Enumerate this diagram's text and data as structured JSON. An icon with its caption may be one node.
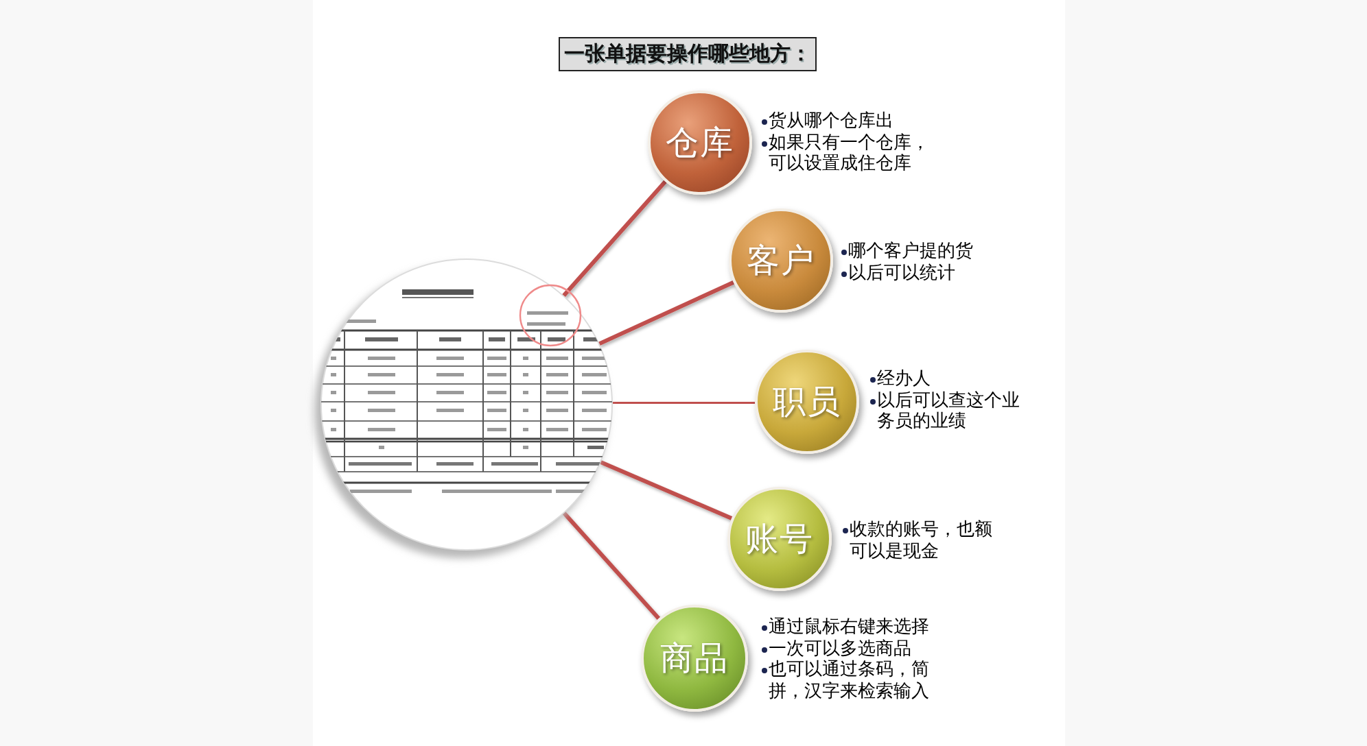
{
  "diagram": {
    "title": "一张单据要操作哪些地方：",
    "nodes": [
      {
        "text": [],
        "shape": "picture"
      },
      {
        "text": [
          "仓库"
        ],
        "beside": [
          "货从哪个仓库出",
          "如果只有一个仓库，可以设置成住仓库"
        ]
      },
      {
        "text": [
          "客户"
        ],
        "beside": [
          "哪个客户提的货",
          "以后可以统计"
        ]
      },
      {
        "text": [
          "职员"
        ],
        "beside": [
          "经办人",
          "以后可以查这个业务员的业绩"
        ]
      },
      {
        "text": [
          "账号"
        ],
        "beside": [
          "收款的账号，也额可以是现金"
        ]
      },
      {
        "text": [
          "商品"
        ],
        "beside": [
          "通过鼠标右键来选择",
          "一次可以多选商品",
          "也可以通过条码，简拼，汉字来检索输入"
        ]
      }
    ],
    "edges": [
      {
        "from": 0,
        "to": 1,
        "arrow": "none"
      },
      {
        "from": 0,
        "to": 2,
        "arrow": "none"
      },
      {
        "from": 0,
        "to": 3,
        "arrow": "none"
      },
      {
        "from": 0,
        "to": 4,
        "arrow": "none"
      },
      {
        "from": 0,
        "to": 5,
        "arrow": "none"
      }
    ]
  }
}
